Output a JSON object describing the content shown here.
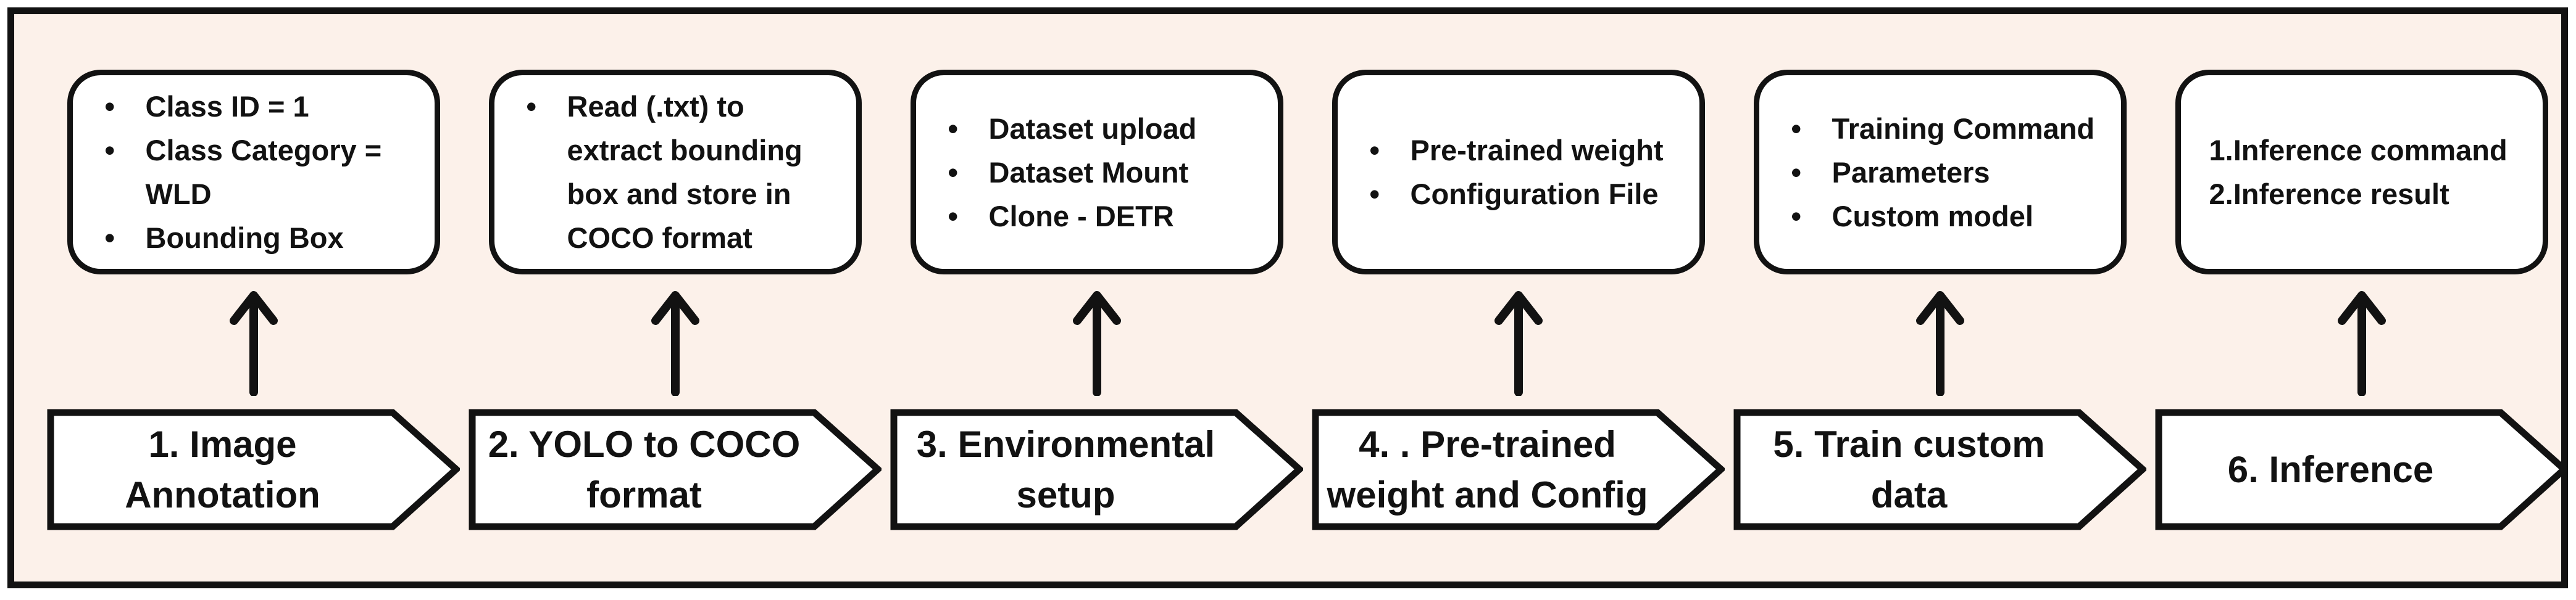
{
  "colors": {
    "background": "#fcf1ea",
    "shape_fill": "#ffffff",
    "line": "#121212"
  },
  "icons": {
    "connector": "up-arrow-icon",
    "connector_glyph": "↑"
  },
  "steps": [
    {
      "label": "1. Image Annotation",
      "label_lines": [
        "1. Image",
        "Annotation"
      ],
      "list_style": "bullet",
      "items": [
        "Class ID = 1",
        "Class Category = WLD",
        "Bounding Box"
      ]
    },
    {
      "label": "2. YOLO to COCO format",
      "label_lines": [
        "2. YOLO to COCO",
        "format"
      ],
      "list_style": "bullet",
      "items": [
        "Read (.txt) to extract bounding box and store in COCO format"
      ]
    },
    {
      "label": "3. Environmental setup",
      "label_lines": [
        "3. Environmental",
        "setup"
      ],
      "list_style": "bullet",
      "items": [
        "Dataset upload",
        "Dataset Mount",
        "Clone - DETR"
      ]
    },
    {
      "label": "4. . Pre-trained weight and Config",
      "label_lines": [
        "4. . Pre-trained",
        "weight and Config"
      ],
      "list_style": "bullet",
      "items": [
        "Pre-trained weight",
        "Configuration File"
      ]
    },
    {
      "label": "5. Train custom data",
      "label_lines": [
        "5. Train custom",
        "data"
      ],
      "list_style": "bullet",
      "items": [
        "Training Command",
        "Parameters",
        "Custom model"
      ]
    },
    {
      "label": "6. Inference",
      "label_lines": [
        "6. Inference"
      ],
      "list_style": "numbered",
      "items": [
        "1.Inference command",
        "2.Inference result"
      ]
    }
  ]
}
